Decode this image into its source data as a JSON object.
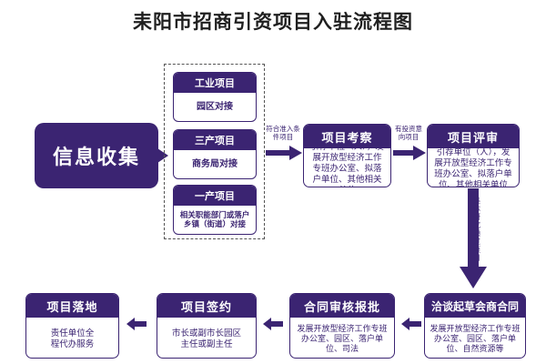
{
  "title": "耒阳市招商引资项目入驻流程图",
  "info_collect": "信息收集",
  "groups": [
    {
      "header": "工业项目",
      "body": "园区对接"
    },
    {
      "header": "三产项目",
      "body": "商务局对接"
    },
    {
      "header": "一产项目",
      "body": "相关职能部门或落户乡镇（街道）对接"
    }
  ],
  "arrow_labels": {
    "meet_conditions": "符合准入条件项目",
    "has_intent": "有投资意向项目",
    "collective_review": "集体研究通过项目"
  },
  "steps": {
    "inspect": {
      "header": "项目考察",
      "body": "引荐单位（人），发展开放型经济工作专班办公室、拟落户单位、其他相关单位"
    },
    "evaluate": {
      "header": "项目评审",
      "body": "引荐单位（人），发展开放型经济工作专班办公室、拟落户单位、其他相关单位"
    },
    "negotiate": {
      "header": "洽谈起草会商合同",
      "body": "发展开放型经济工作专班办公室、园区、落户单位、自然资源等"
    },
    "contract_review": {
      "header": "合同审核报批",
      "body": "发展开放型经济工作专班办公室、园区、落户单位、司法"
    },
    "sign": {
      "header": "项目签约",
      "body": "市长或副市长园区主任或副主任"
    },
    "landing": {
      "header": "项目落地",
      "body": "责任单位全程代办服务"
    }
  },
  "colors": {
    "brand": "#3b2472",
    "border_dashed": "#555555"
  }
}
